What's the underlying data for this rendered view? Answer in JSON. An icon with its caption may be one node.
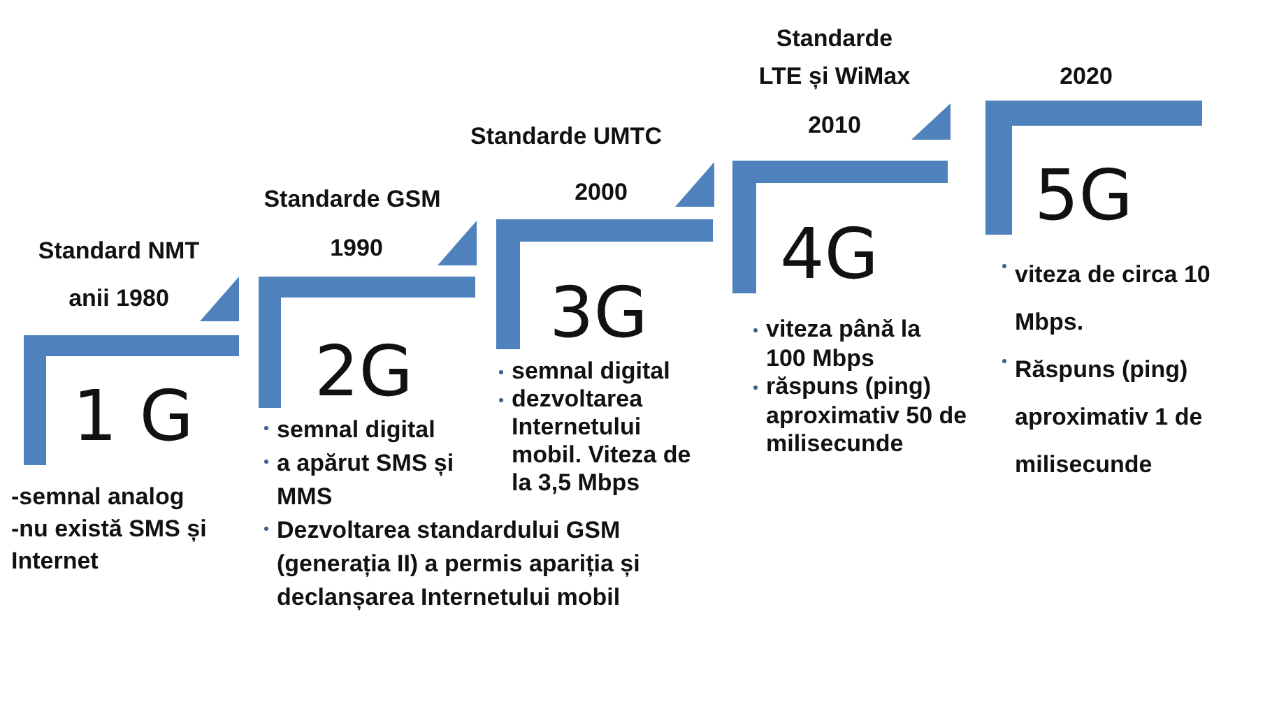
{
  "diagram": {
    "nodes": [
      {
        "text": [
          "Standard NMT",
          "anii 1980",
          "1 G",
          "-semnal analog",
          "-nu există SMS și Internet"
        ]
      },
      {
        "text": [
          "Standarde GSM",
          "1990",
          "2G",
          "semnal digital",
          "a apărut SMS și MMS",
          "Dezvoltarea standardului GSM (generația II) a permis apariția și declanșarea Internetului mobil"
        ]
      },
      {
        "text": [
          "Standarde UMTC",
          "2000",
          "3G",
          "semnal digital",
          "dezvoltarea Internetului mobil. Viteza de la 3,5 Mbps"
        ]
      },
      {
        "text": [
          "Standarde",
          "LTE și WiMax",
          "2010",
          "4G",
          "viteza până la 100 Mbps",
          "răspuns (ping) aproximativ 50 de milisecunde"
        ]
      },
      {
        "text": [
          "2020",
          "5G",
          "viteza de circa 10 Mbps.",
          "Răspuns (ping) aproximativ 1 de milisecunde"
        ]
      }
    ]
  }
}
